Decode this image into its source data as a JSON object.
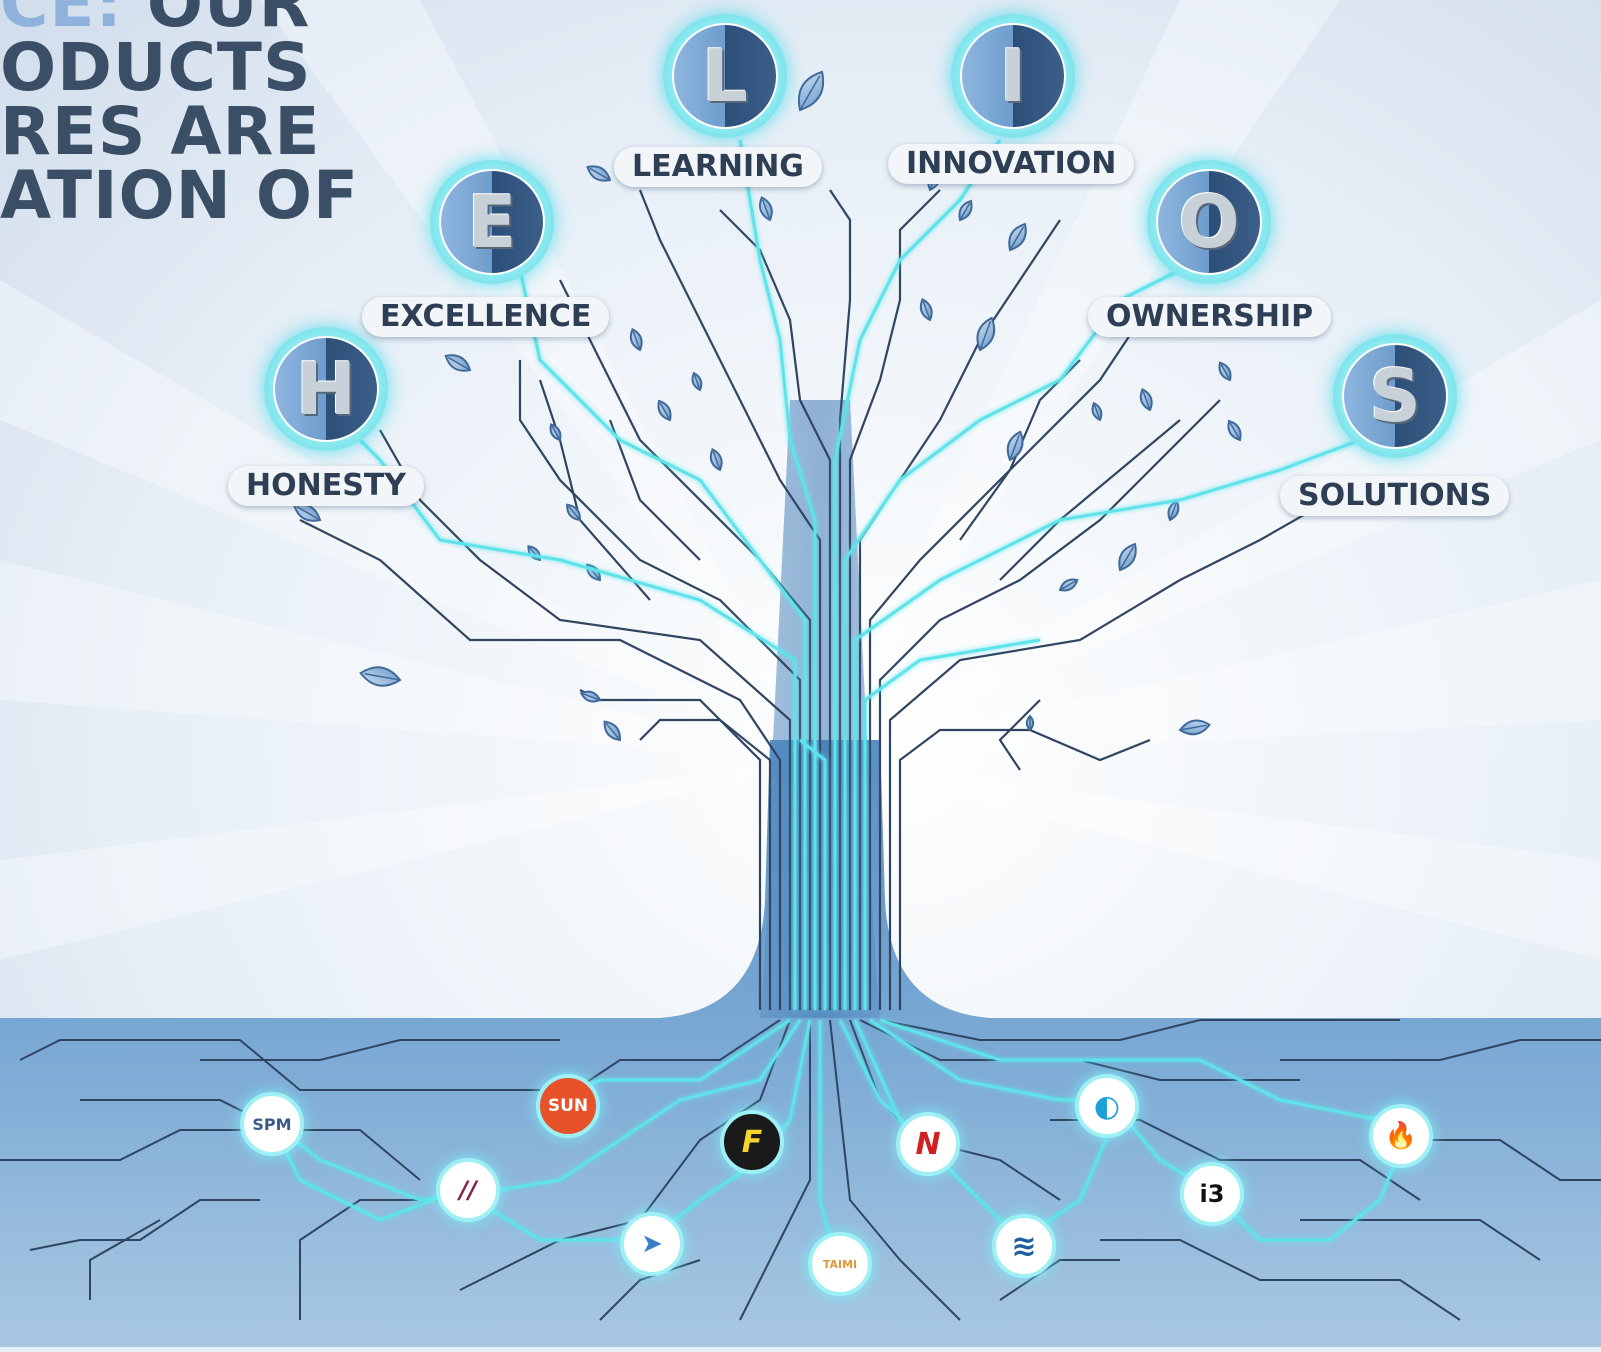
{
  "headline": {
    "line1_accent": "CE:",
    "line1_rest": " OUR",
    "line2": "ODUCTS",
    "line3": "RES ARE",
    "line4": "ATION OF"
  },
  "values": [
    {
      "letter": "H",
      "label": "HONESTY"
    },
    {
      "letter": "E",
      "label": "EXCELLENCE"
    },
    {
      "letter": "L",
      "label": "LEARNING"
    },
    {
      "letter": "I",
      "label": "INNOVATION"
    },
    {
      "letter": "O",
      "label": "OWNERSHIP"
    },
    {
      "letter": "S",
      "label": "SOLUTIONS"
    }
  ],
  "logos": [
    {
      "name": "spm-logo",
      "text": "SPM",
      "bg": "#ffffff",
      "fg": "#3a5a8a"
    },
    {
      "name": "sun-logo",
      "text": "SUN",
      "bg": "#e8522a",
      "fg": "#ffffff"
    },
    {
      "name": "double-slash-logo",
      "text": "//",
      "bg": "#ffffff",
      "fg": "#8a1f4a"
    },
    {
      "name": "f-logo",
      "text": "F",
      "bg": "#1a1a1a",
      "fg": "#f5d52a"
    },
    {
      "name": "arrow-logo",
      "text": "➤",
      "bg": "#ffffff",
      "fg": "#3a7fc6"
    },
    {
      "name": "taimi-logo",
      "text": "TAIMI",
      "bg": "#ffffff",
      "fg": "#e0983a"
    },
    {
      "name": "n-logo",
      "text": "N",
      "bg": "#ffffff",
      "fg": "#d02020"
    },
    {
      "name": "waves-logo",
      "text": "≋",
      "bg": "#ffffff",
      "fg": "#1f5f9a"
    },
    {
      "name": "swirl-logo",
      "text": "◐",
      "bg": "#ffffff",
      "fg": "#1f9fd8"
    },
    {
      "name": "i3-logo",
      "text": "i3",
      "bg": "#ffffff",
      "fg": "#111111"
    },
    {
      "name": "flame-logo",
      "text": "🔥",
      "bg": "#ffffff",
      "fg": "#e8a020"
    }
  ],
  "colors": {
    "circuit_dark": "#2f4560",
    "circuit_glow": "#5fe3ea",
    "leaf_fill": "#8fb4dc",
    "ground_top": "#5a8fc4",
    "ground_bottom": "#9cc0dd"
  }
}
